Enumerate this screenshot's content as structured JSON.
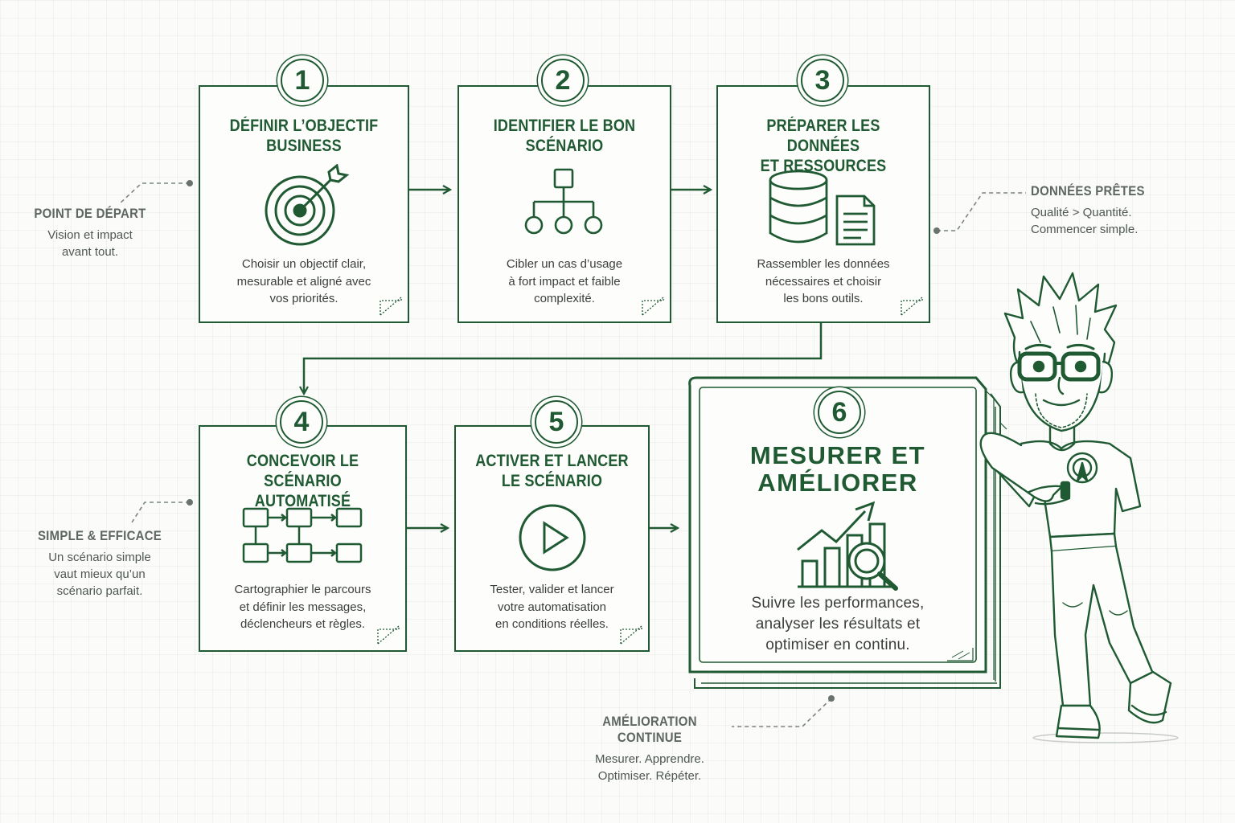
{
  "steps": [
    {
      "number": "1",
      "title": [
        "DÉFINIR L’OBJECTIF",
        "BUSINESS"
      ],
      "description": [
        "Choisir un objectif clair,",
        "mesurable et aligné avec",
        "vos priorités."
      ],
      "icon": "target-icon"
    },
    {
      "number": "2",
      "title": [
        "IDENTIFIER LE BON",
        "SCÉNARIO"
      ],
      "description": [
        "Cibler un cas d’usage",
        "à fort impact et faible",
        "complexité."
      ],
      "icon": "hierarchy-icon"
    },
    {
      "number": "3",
      "title": [
        "PRÉPARER LES DONNÉES",
        "ET RESSOURCES"
      ],
      "description": [
        "Rassembler les données",
        "nécessaires et choisir",
        "les bons outils."
      ],
      "icon": "database-document-icon"
    },
    {
      "number": "4",
      "title": [
        "CONCEVOIR LE",
        "SCÉNARIO AUTOMATISÉ"
      ],
      "description": [
        "Cartographier le parcours",
        "et définir les messages,",
        "déclencheurs et règles."
      ],
      "icon": "flowchart-icon"
    },
    {
      "number": "5",
      "title": [
        "ACTIVER ET LANCER",
        "LE SCÉNARIO"
      ],
      "description": [
        "Tester, valider et lancer",
        "votre automatisation",
        "en conditions réelles."
      ],
      "icon": "play-icon"
    },
    {
      "number": "6",
      "title": [
        "MESURER ET",
        "AMÉLIORER"
      ],
      "description": [
        "Suivre les performances,",
        "analyser les résultats et",
        "optimiser en continu."
      ],
      "icon": "growth-chart-magnifier-icon"
    }
  ],
  "notes": {
    "start": {
      "title": "POINT DE DÉPART",
      "lines": [
        "Vision et impact",
        "avant tout."
      ]
    },
    "data_ready": {
      "title": "DONNÉES PRÊTES",
      "lines": [
        "Qualité > Quantité.",
        "Commencer simple."
      ]
    },
    "simple": {
      "title": "SIMPLE & EFFICACE",
      "lines": [
        "Un scénario simple",
        "vaut mieux qu’un",
        "scénario parfait."
      ]
    },
    "continuous": {
      "title": "AMÉLIORATION CONTINUE",
      "lines": [
        "Mesurer. Apprendre.",
        "Optimiser. Répéter."
      ]
    }
  },
  "colors": {
    "primary": "#1f5a32",
    "text": "#3a3f3b",
    "note": "#5d6660",
    "background": "#fbfbfa"
  }
}
